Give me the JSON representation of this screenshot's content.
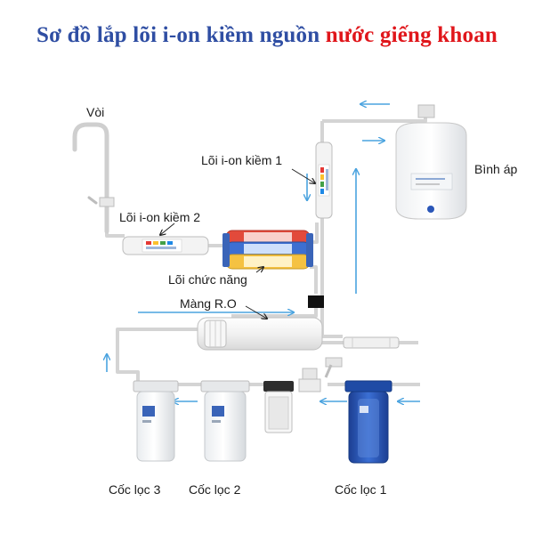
{
  "title": {
    "part1": "Sơ đồ lắp lõi i-on kiềm nguồn",
    "part2": "nước giếng khoan"
  },
  "labels": {
    "faucet": "Vòi",
    "alkaline_filter_1": "Lõi i-on kiềm 1",
    "alkaline_filter_2": "Lõi i-on kiềm 2",
    "pressure_tank": "Bình áp",
    "functional_filters": "Lõi chức năng",
    "ro_membrane": "Màng R.O",
    "filter_cup_3": "Cốc lọc 3",
    "filter_cup_2": "Cốc lọc 2",
    "filter_cup_1": "Cốc lọc 1"
  },
  "colors": {
    "title_blue": "#2f4ea3",
    "title_red": "#e0161b",
    "flow_arrow": "#4aa3df",
    "pipe": "#d8d8d8",
    "filter_cup_1_blue": "#2a56b8"
  }
}
